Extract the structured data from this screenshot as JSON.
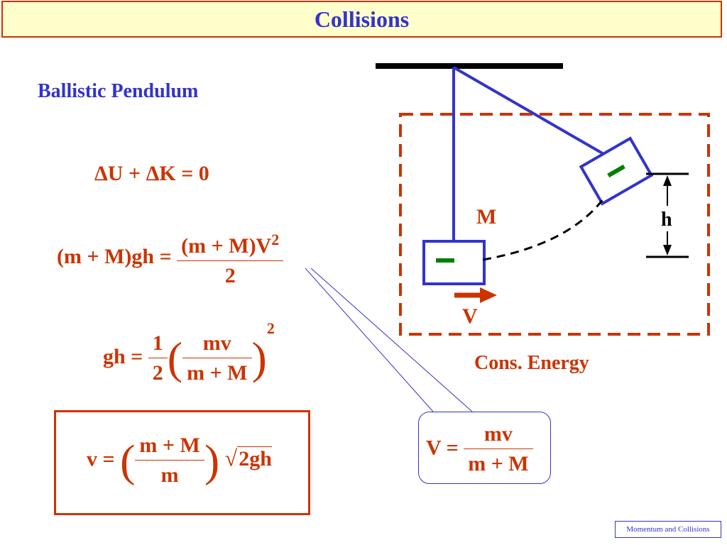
{
  "title": "Collisions",
  "subtitle": "Ballistic Pendulum",
  "equations": {
    "energy": "ΔU + ΔK = 0",
    "eq2_left": "(m + M)gh =",
    "eq2_num": "(m + M)V",
    "eq2_exp": "2",
    "eq2_den": "2",
    "eq3_left": "gh =",
    "eq3_frac_num": "1",
    "eq3_frac_den": "2",
    "eq3_num": "mv",
    "eq3_den": "m + M",
    "eq3_exp": "2",
    "result_left": "v =",
    "result_num": "m + M",
    "result_den": "m",
    "result_sqrt": "2gh"
  },
  "callout": {
    "left": "V =",
    "num": "mv",
    "den": "m + M"
  },
  "diagram": {
    "mass_label": "M",
    "height_label": "h",
    "velocity_label": "V",
    "caption": "Cons. Energy"
  },
  "footer": "Momentum and Collisions",
  "colors": {
    "title": "#3333cc",
    "equations": "#cc3300",
    "accent_green": "#008000"
  }
}
